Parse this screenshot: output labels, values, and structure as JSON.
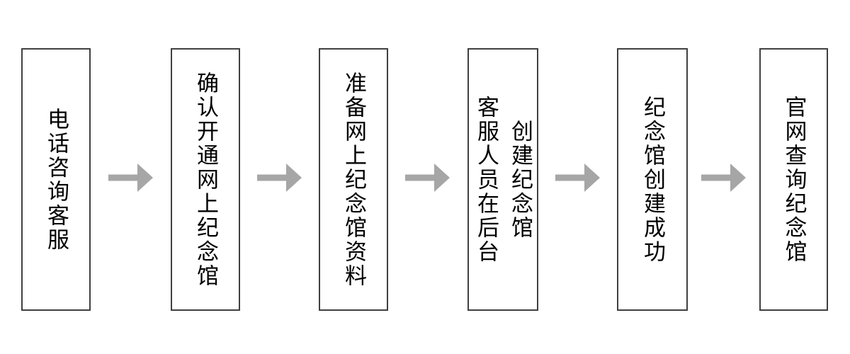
{
  "flowchart": {
    "title": "memorial-hall-creation-process",
    "colors": {
      "background": "#ffffff",
      "box_border": "#404040",
      "text": "#000000",
      "arrow": "#a6a6a6"
    },
    "steps": [
      {
        "label": "电话咨询客服"
      },
      {
        "label": "确认开通网上纪念馆"
      },
      {
        "label": "准备网上纪念馆资料"
      },
      {
        "label": "客服人员在后台\n创建纪念馆"
      },
      {
        "label": "纪念馆创建成功"
      },
      {
        "label": "官网查询纪念馆"
      }
    ],
    "arrow_icon": "right-arrow"
  }
}
